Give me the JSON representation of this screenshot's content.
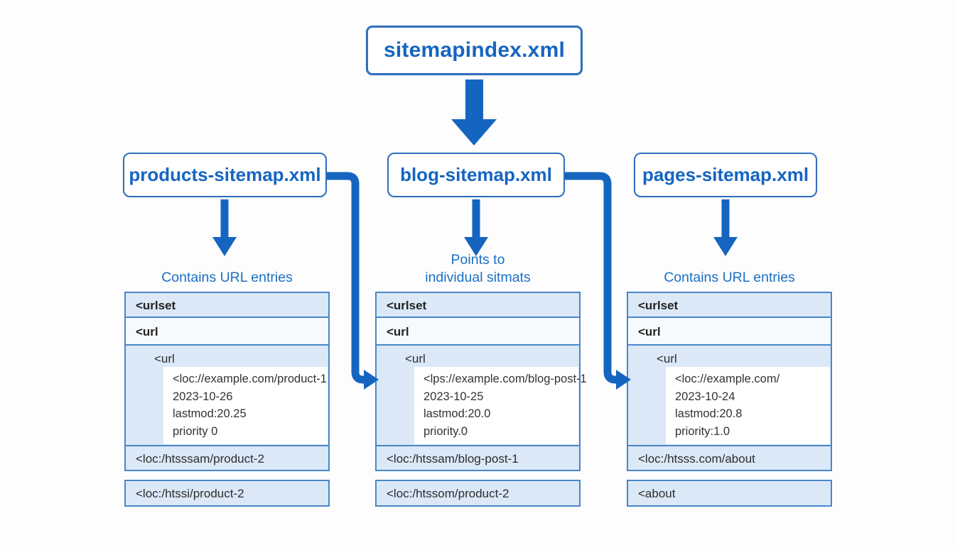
{
  "diagram": {
    "root_box": {
      "label": "sitemapindex.xml"
    },
    "colors": {
      "accent_blue": "#1565c0",
      "node_border": "#2f6fbe",
      "row_border": "#4a86c8",
      "row_fill": "#dbe8f7",
      "row_fill_light": "#f6fafe",
      "caption_blue": "#1a6fc4",
      "code_text": "#2d2d2d"
    },
    "columns": [
      {
        "box_label": "products-sitemap.xml",
        "caption_lines": [
          "Contains URL entries"
        ],
        "row_urlset": "<urlset",
        "row_url": "<url",
        "section_tag": "<url",
        "detail_lines": [
          "<loc://example.com/product-1",
          "2023-10-26",
          "lastmod:20.25",
          "priority 0"
        ],
        "row_loc": "<loc:/htsssam/product-2",
        "bottom_box": "<loc:/htssi/product-2"
      },
      {
        "box_label": "blog-sitemap.xml",
        "caption_lines": [
          "Points to",
          "individual sitmats"
        ],
        "row_urlset": "<urlset",
        "row_url": "<url",
        "section_tag": "<url",
        "detail_lines": [
          "<lps://example.com/blog-post-1",
          "2023-10-25",
          "lastmod:20.0",
          "priority.0"
        ],
        "row_loc": "<loc:/htssam/blog-post-1",
        "bottom_box": "<loc:/htssom/product-2"
      },
      {
        "box_label": "pages-sitemap.xml",
        "caption_lines": [
          "Contains URL entries"
        ],
        "row_urlset": "<urlset",
        "row_url": "<url",
        "section_tag": "<url",
        "detail_lines": [
          "<loc://example.com/",
          "2023-10-24",
          "lastmod:20.8",
          "priority:1.0"
        ],
        "row_loc": "<loc:/htsss.com/about",
        "bottom_box": "<about"
      }
    ]
  }
}
